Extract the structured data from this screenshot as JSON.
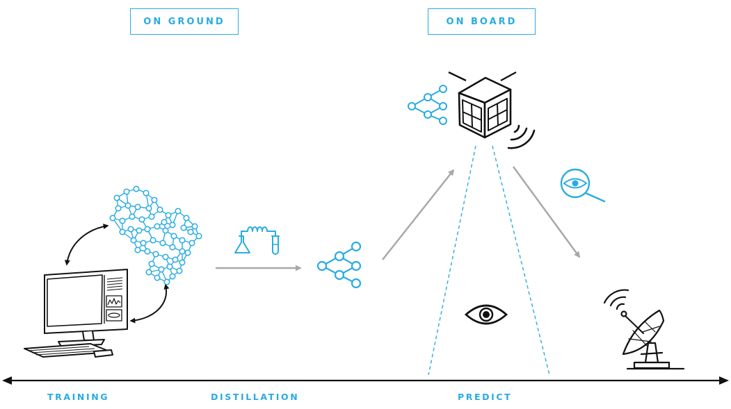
{
  "header": {
    "on_ground": "ON GROUND",
    "on_board": "ON BOARD"
  },
  "timeline": {
    "phases": [
      "TRAINING",
      "DISTILLATION",
      "PREDICT"
    ]
  },
  "colors": {
    "accent": "#29abe2",
    "ink": "#111111",
    "arrow": "#a8a8a8"
  },
  "icons": [
    "computer-workstation-icon",
    "large-neural-network-icon",
    "distillation-apparatus-icon",
    "small-neural-network-icon",
    "satellite-icon",
    "eye-icon",
    "search-eye-icon",
    "ground-station-dish-icon"
  ]
}
